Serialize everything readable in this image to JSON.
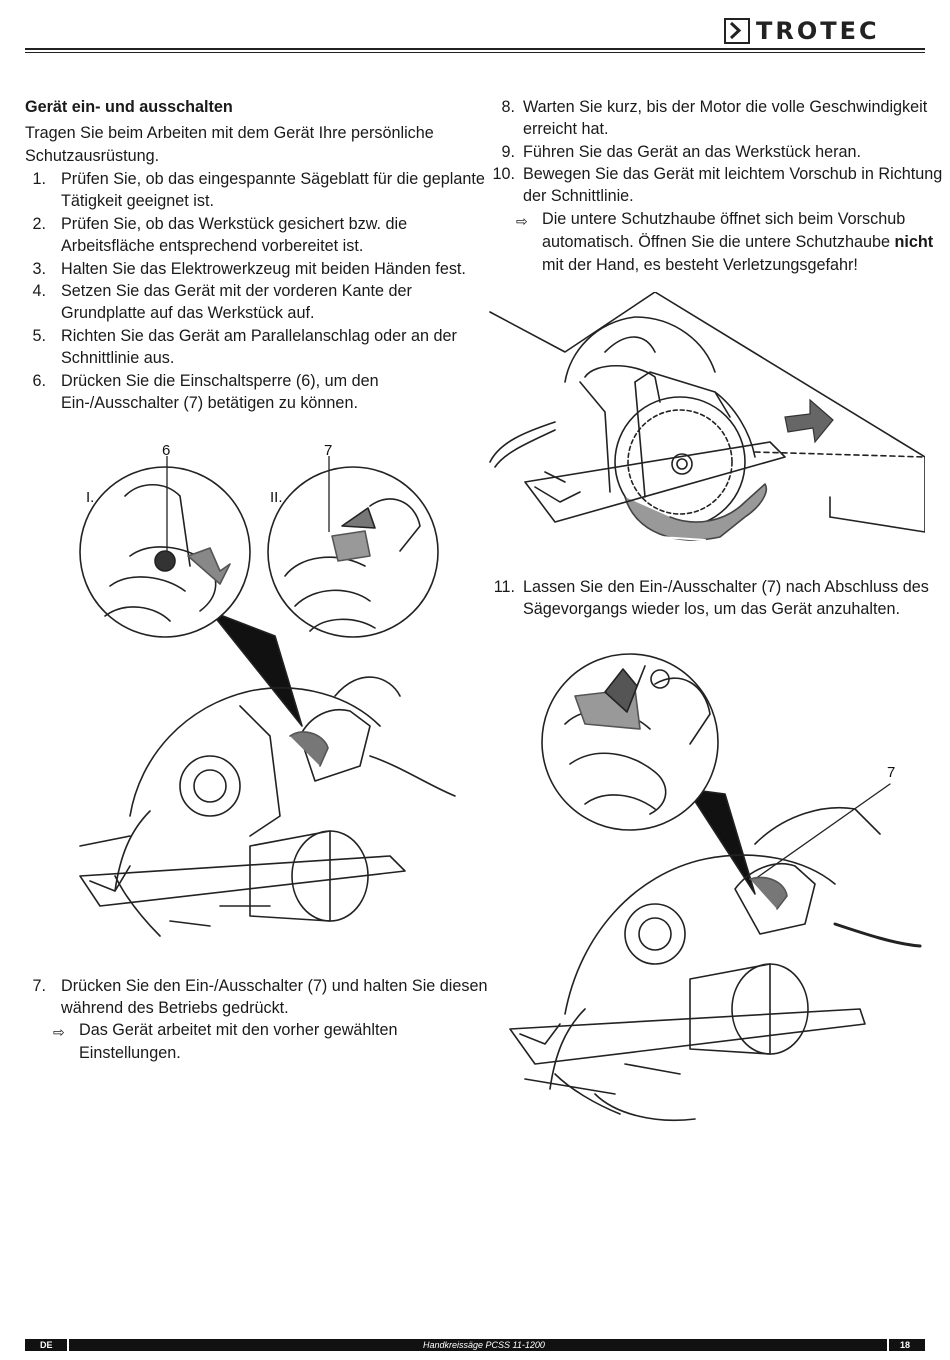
{
  "header": {
    "logo_text": "TROTEC"
  },
  "left": {
    "heading": "Gerät ein- und ausschalten",
    "intro": [
      "Tragen Sie beim Arbeiten mit dem Gerät Ihre persönliche",
      "Schutzausrüstung."
    ],
    "steps": [
      {
        "num": "1.",
        "lines": [
          "Prüfen Sie, ob das eingespannte Sägeblatt für die geplante",
          "Tätigkeit geeignet ist."
        ]
      },
      {
        "num": "2.",
        "lines": [
          "Prüfen Sie, ob das Werkstück gesichert bzw. die",
          "Arbeitsfläche entsprechend vorbereitet ist."
        ]
      },
      {
        "num": "3.",
        "lines": [
          "Halten Sie das Elektrowerkzeug mit beiden Händen fest."
        ]
      },
      {
        "num": "4.",
        "lines": [
          "Setzen Sie das Gerät mit der vorderen Kante der",
          "Grundplatte auf das Werkstück auf."
        ]
      },
      {
        "num": "5.",
        "lines": [
          "Richten Sie das Gerät am Parallelanschlag oder an der",
          "Schnittlinie aus."
        ]
      },
      {
        "num": "6.",
        "lines": [
          "Drücken Sie die Einschaltsperre (6), um den",
          "Ein-/Ausschalter (7) betätigen zu können."
        ]
      }
    ],
    "figure_labels": {
      "callout_6": "6",
      "callout_7": "7",
      "detail_1": "I.",
      "detail_2": "II."
    },
    "step7": {
      "num": "7.",
      "lines": [
        "Drücken Sie den Ein-/Ausschalter (7) und halten Sie diesen",
        "während des Betriebs gedrückt."
      ]
    },
    "step7_result": [
      "Das Gerät arbeitet mit den vorher gewählten",
      "Einstellungen."
    ]
  },
  "right": {
    "steps": [
      {
        "num": "8.",
        "lines": [
          "Warten Sie kurz, bis der Motor die volle Geschwindigkeit",
          "erreicht hat."
        ]
      },
      {
        "num": "9.",
        "lines": [
          "Führen Sie das Gerät an das Werkstück heran."
        ]
      },
      {
        "num": "10.",
        "lines": [
          "Bewegen Sie das Gerät mit leichtem Vorschub in Richtung",
          "der Schnittlinie."
        ]
      }
    ],
    "result": {
      "line1": "Die untere Schutzhaube öffnet sich beim Vorschub",
      "line2_before": "automatisch. Öffnen Sie die untere Schutzhaube ",
      "line2_bold": "nicht",
      "line3": "mit der Hand, es besteht Verletzungsgefahr!"
    },
    "step11": {
      "num": "11.",
      "lines": [
        "Lassen Sie den Ein-/Ausschalter (7) nach Abschluss des",
        "Sägevorgangs wieder los, um das Gerät anzuhalten."
      ]
    },
    "figure_labels": {
      "callout_7": "7"
    }
  },
  "footer": {
    "language": "DE",
    "product": "Handkreissäge PCSS 11-1200",
    "page": "18"
  },
  "result_arrow_icon": "result-arrow-icon"
}
